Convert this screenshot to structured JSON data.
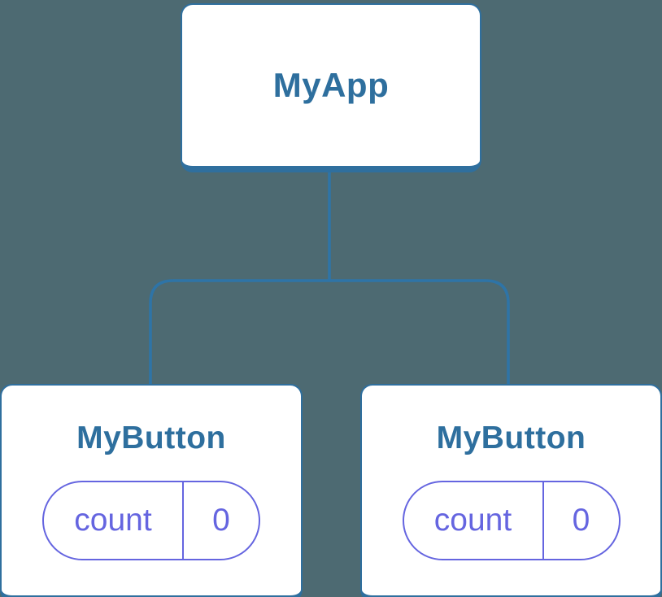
{
  "colors": {
    "background": "#4D6A72",
    "node_background": "#FFFFFF",
    "node_border": "#2F6F9E",
    "node_label": "#2E6F9E",
    "connector": "#2E74A7",
    "state_accent": "#6565E0"
  },
  "tree": {
    "root": {
      "label": "MyApp"
    },
    "children": [
      {
        "label": "MyButton",
        "state": {
          "name": "count",
          "value": "0"
        }
      },
      {
        "label": "MyButton",
        "state": {
          "name": "count",
          "value": "0"
        }
      }
    ]
  }
}
